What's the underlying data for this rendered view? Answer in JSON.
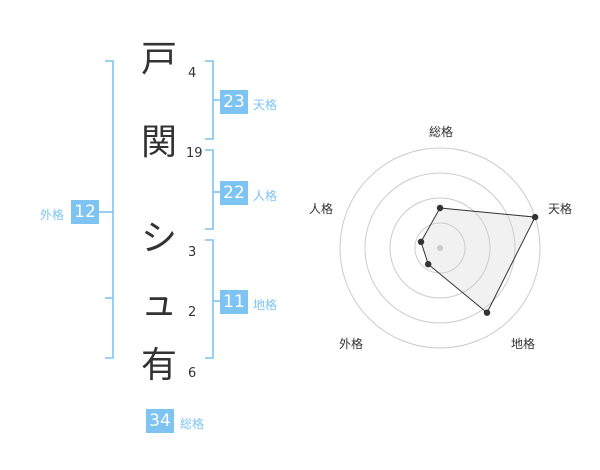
{
  "name": {
    "chars": [
      {
        "char": "戸",
        "strokes": "4"
      },
      {
        "char": "関",
        "strokes": "19"
      },
      {
        "char": "シ",
        "strokes": "3"
      },
      {
        "char": "ュ",
        "strokes": "2"
      },
      {
        "char": "有",
        "strokes": "6"
      }
    ]
  },
  "fortunes": {
    "tenkaku": {
      "value": "23",
      "label": "天格"
    },
    "jinkaku": {
      "value": "22",
      "label": "人格"
    },
    "chikaku": {
      "value": "11",
      "label": "地格"
    },
    "gaikaku": {
      "value": "12",
      "label": "外格"
    },
    "soukaku": {
      "value": "34",
      "label": "総格"
    }
  },
  "colors": {
    "accent": "#7dc4f2",
    "text": "#333333",
    "grid": "#cccccc"
  },
  "chart_data": {
    "type": "radar",
    "axes": [
      "総格",
      "天格",
      "地格",
      "外格",
      "人格"
    ],
    "values": [
      2,
      5,
      4,
      1,
      1
    ],
    "range": [
      0,
      5
    ],
    "rings": 4
  }
}
